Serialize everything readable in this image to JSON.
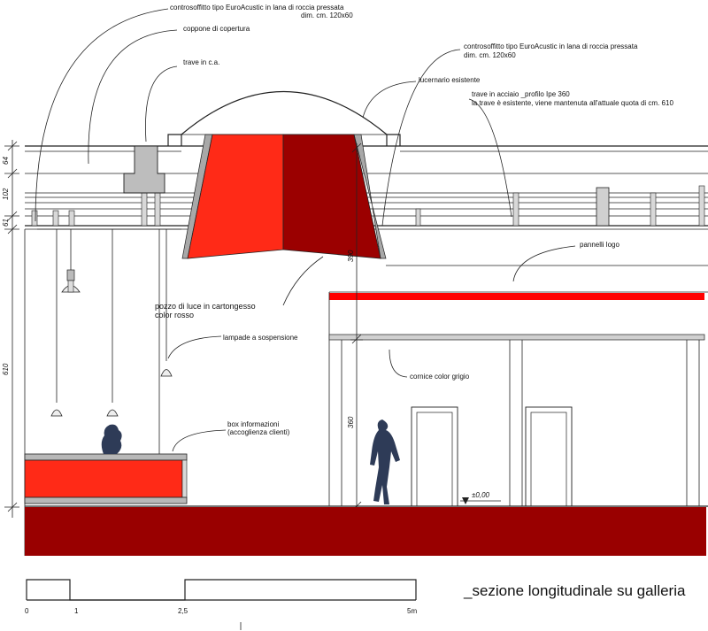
{
  "title": "_sezione longitudinale su galleria",
  "annotations": {
    "controsoffitto_1_line1": "controsoffitto tipo EuroAcustic in lana di roccia pressata",
    "controsoffitto_1_line2": "dim. cm. 120x60",
    "coppone": "coppone di copertura",
    "trave_ca": "trave in c.a.",
    "controsoffitto_2_line1": "controsoffitto tipo EuroAcustic in lana di roccia pressata",
    "controsoffitto_2_line2": "dim. cm. 120x60",
    "lucernario": "lucernario esistente",
    "trave_acciaio_line1": "trave in acciaio _profilo Ipe 360",
    "trave_acciaio_line2": "la trave è esistente, viene mantenuta all'attuale quota di cm. 610",
    "pannelli_logo": "pannelli logo",
    "pozzo_line1": "pozzo di luce in cartongesso",
    "pozzo_line2": "color rosso",
    "lampade": "lampade a sospensione",
    "cornice": "cornice color grigio",
    "box_line1": "box informazioni",
    "box_line2": "(accoglienza clienti)",
    "quota": "±0,00"
  },
  "dimensions": {
    "d64": "64",
    "d102": "102",
    "d61": "61",
    "d610": "610",
    "d360": "360",
    "d390": "390"
  },
  "scale_bar": {
    "labels": [
      "0",
      "1",
      "2,5",
      "5m"
    ]
  },
  "colors": {
    "red_light": "#ff2a17",
    "red_dark": "#9b0000",
    "floor": "#990000",
    "logo_band": "#ff0000",
    "grey": "#b8b8b8",
    "silhouette": "#2e3b57"
  }
}
